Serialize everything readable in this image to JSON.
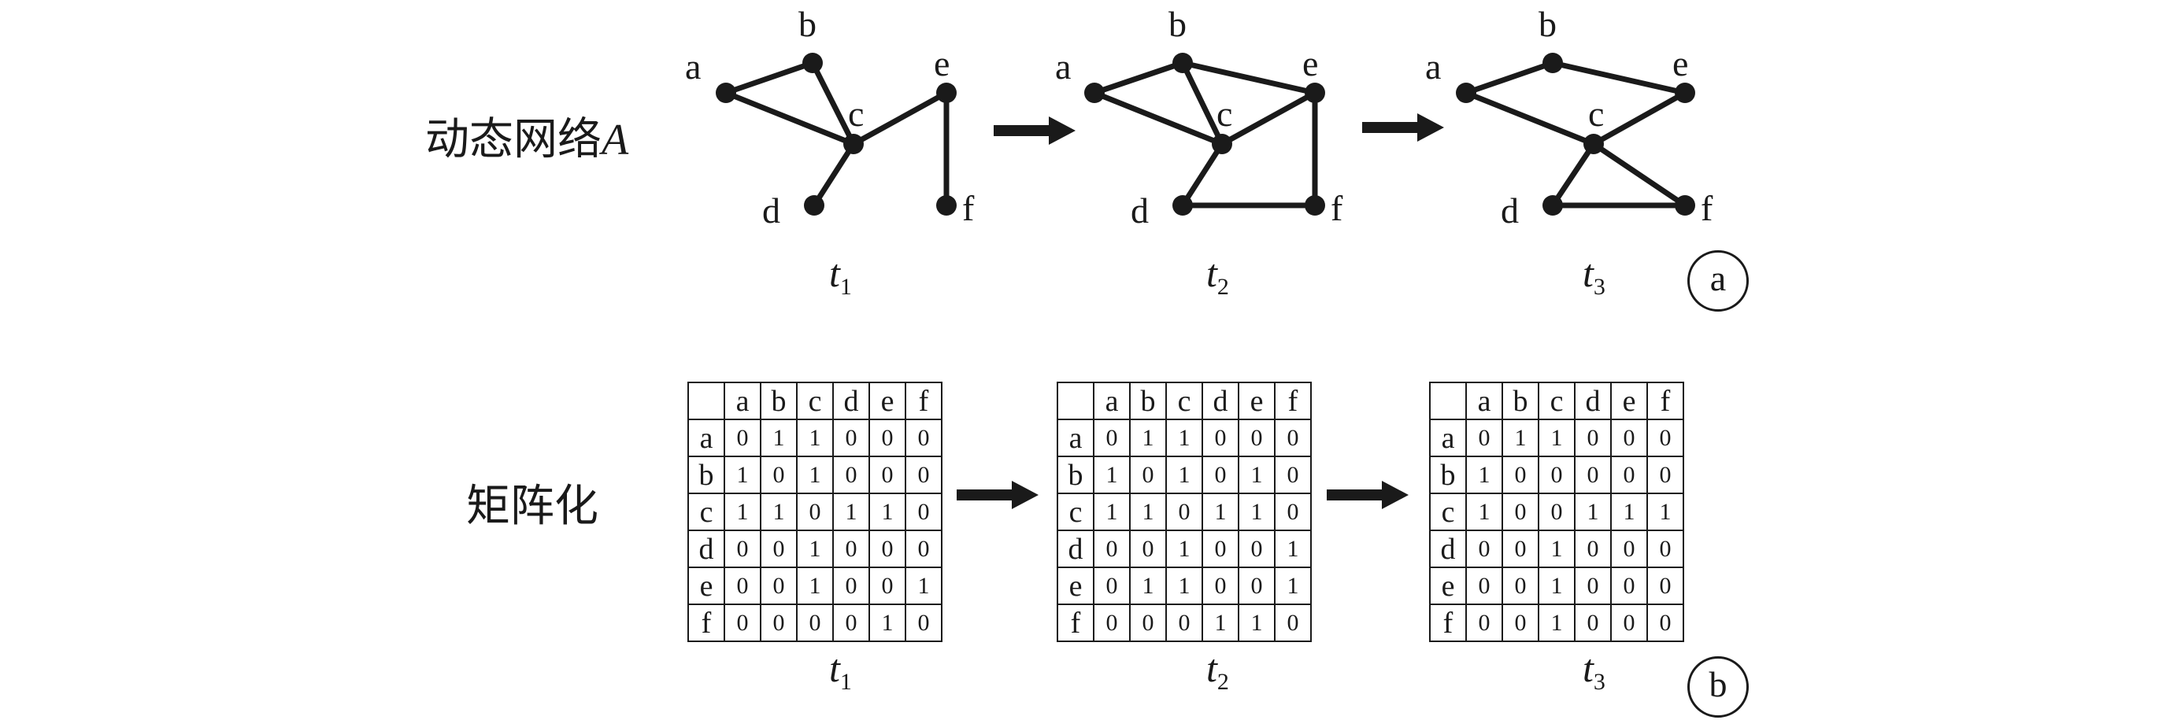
{
  "rows": {
    "network_label_main": "动态网络",
    "network_label_var": "A",
    "matrix_label": "矩阵化"
  },
  "time_labels": [
    {
      "base": "t",
      "sub": "1"
    },
    {
      "base": "t",
      "sub": "2"
    },
    {
      "base": "t",
      "sub": "3"
    }
  ],
  "badges": {
    "a": "a",
    "b": "b"
  },
  "graphs": [
    {
      "edges": [
        [
          "a",
          "b"
        ],
        [
          "a",
          "c"
        ],
        [
          "b",
          "c"
        ],
        [
          "c",
          "d"
        ],
        [
          "c",
          "e"
        ],
        [
          "e",
          "f"
        ]
      ]
    },
    {
      "edges": [
        [
          "a",
          "b"
        ],
        [
          "a",
          "c"
        ],
        [
          "b",
          "c"
        ],
        [
          "b",
          "e"
        ],
        [
          "c",
          "e"
        ],
        [
          "c",
          "d"
        ],
        [
          "d",
          "f"
        ],
        [
          "e",
          "f"
        ]
      ]
    },
    {
      "edges": [
        [
          "a",
          "b"
        ],
        [
          "a",
          "c"
        ],
        [
          "b",
          "e"
        ],
        [
          "c",
          "e"
        ],
        [
          "c",
          "d"
        ],
        [
          "c",
          "f"
        ],
        [
          "d",
          "f"
        ]
      ]
    }
  ],
  "matrix_headers": [
    "a",
    "b",
    "c",
    "d",
    "e",
    "f"
  ],
  "matrices": [
    [
      [
        "0",
        "1",
        "1",
        "0",
        "0",
        "0"
      ],
      [
        "1",
        "0",
        "1",
        "0",
        "0",
        "0"
      ],
      [
        "1",
        "1",
        "0",
        "1",
        "1",
        "0"
      ],
      [
        "0",
        "0",
        "1",
        "0",
        "0",
        "0"
      ],
      [
        "0",
        "0",
        "1",
        "0",
        "0",
        "1"
      ],
      [
        "0",
        "0",
        "0",
        "0",
        "1",
        "0"
      ]
    ],
    [
      [
        "0",
        "1",
        "1",
        "0",
        "0",
        "0"
      ],
      [
        "1",
        "0",
        "1",
        "0",
        "1",
        "0"
      ],
      [
        "1",
        "1",
        "0",
        "1",
        "1",
        "0"
      ],
      [
        "0",
        "0",
        "1",
        "0",
        "0",
        "1"
      ],
      [
        "0",
        "1",
        "1",
        "0",
        "0",
        "1"
      ],
      [
        "0",
        "0",
        "0",
        "1",
        "1",
        "0"
      ]
    ],
    [
      [
        "0",
        "1",
        "1",
        "0",
        "0",
        "0"
      ],
      [
        "1",
        "0",
        "0",
        "0",
        "0",
        "0"
      ],
      [
        "1",
        "0",
        "0",
        "1",
        "1",
        "1"
      ],
      [
        "0",
        "0",
        "1",
        "0",
        "0",
        "0"
      ],
      [
        "0",
        "0",
        "1",
        "0",
        "0",
        "0"
      ],
      [
        "0",
        "0",
        "1",
        "0",
        "0",
        "0"
      ]
    ]
  ]
}
